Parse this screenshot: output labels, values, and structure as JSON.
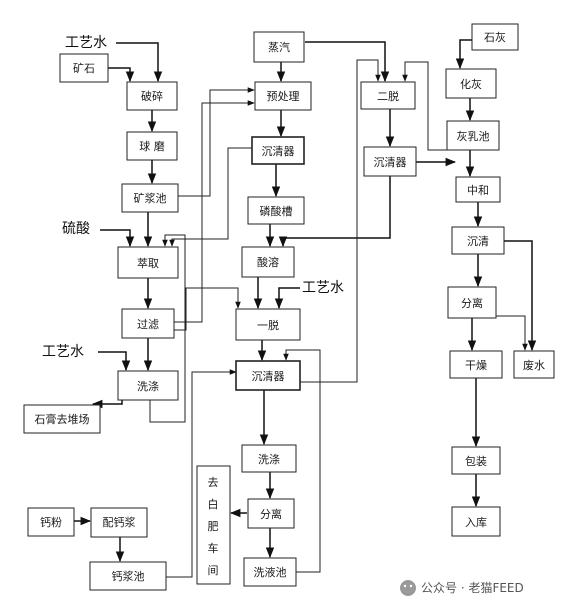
{
  "nodes": {
    "ore": "矿石",
    "crushing": "破碎",
    "ball_mill": "球 磨",
    "ore_slurry": "矿浆池",
    "extraction": "萃取",
    "filtration": "过滤",
    "washing_left": "洗涤",
    "gypsum_yard": "石膏去堆场",
    "steam": "蒸汽",
    "pretreatment": "预处理",
    "clarifier_1": "沉清器",
    "phosphoric_tank": "磷酸槽",
    "acid_dissolve": "酸溶",
    "desorb_1": "一脱",
    "clarifier_2": "沉清器",
    "washing_mid": "洗涤",
    "separation_mid": "分离",
    "wash_liquor_tank": "洗液池",
    "to_fertilizer": "去白肥车间",
    "calcium_powder": "钙粉",
    "calcium_slurry_prep": "配钙浆",
    "calcium_slurry_tank": "钙浆池",
    "desorb_2": "二脱",
    "clarifier_3": "沉清器",
    "limestone": "石灰",
    "quicklime": "化灰",
    "lime_milk_tank": "灰乳池",
    "neutralize": "中和",
    "settling": "沉清",
    "separation_right": "分离",
    "drying": "干燥",
    "waste_water": "废水",
    "packaging": "包装",
    "storage": "入库"
  },
  "inputs": {
    "process_water_top": "工艺水",
    "sulfuric_acid": "硫酸",
    "process_water_left": "工艺水",
    "process_water_mid": "工艺水"
  },
  "watermark": "公众号 · 老猫FEED"
}
